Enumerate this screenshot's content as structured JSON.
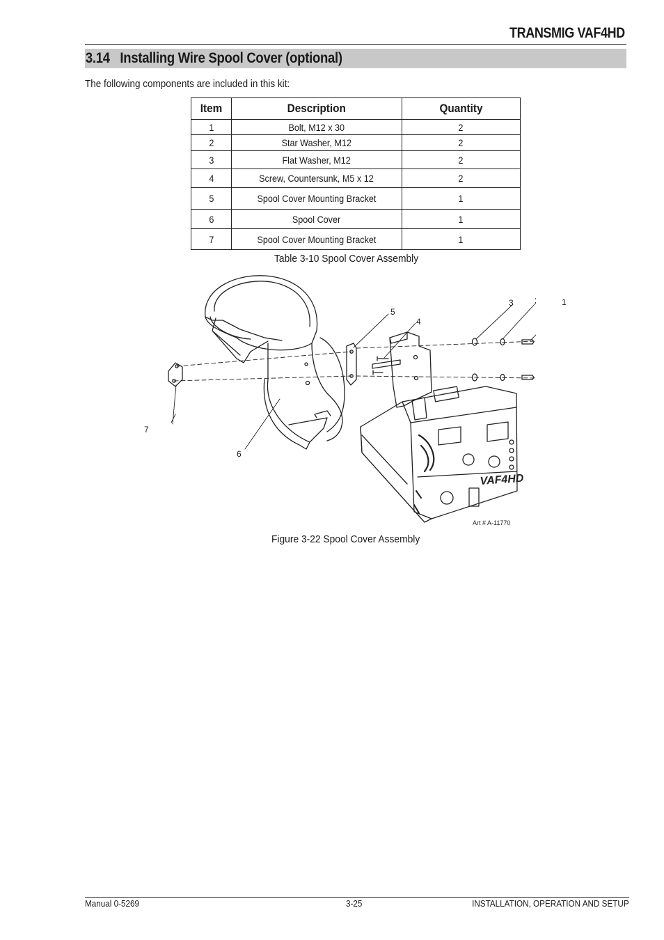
{
  "header": {
    "brand": "TRANSMIG VAF4HD"
  },
  "section": {
    "number": "3.14",
    "title": "Installing Wire Spool Cover (optional)"
  },
  "intro": "The following components are included in this kit:",
  "table": {
    "headers": {
      "item": "Item",
      "description": "Description",
      "quantity": "Quantity"
    },
    "rows": [
      {
        "item": "1",
        "description": "Bolt, M12 x 30",
        "quantity": "2"
      },
      {
        "item": "2",
        "description": "Star Washer, M12",
        "quantity": "2"
      },
      {
        "item": "3",
        "description": "Flat Washer, M12",
        "quantity": "2"
      },
      {
        "item": "4",
        "description": "Screw, Countersunk, M5 x 12",
        "quantity": "2"
      },
      {
        "item": "5",
        "description": "Spool Cover Mounting Bracket",
        "quantity": "1"
      },
      {
        "item": "6",
        "description": "Spool Cover",
        "quantity": "1"
      },
      {
        "item": "7",
        "description": "Spool Cover Mounting Bracket",
        "quantity": "1"
      }
    ],
    "caption": "Table 3-10 Spool Cover Assembly"
  },
  "figure": {
    "callouts": {
      "c1": "1",
      "c2": "2",
      "c3": "3",
      "c4": "4",
      "c5": "5",
      "c6": "6",
      "c7": "7"
    },
    "art_number": "Art # A-11770",
    "unit_label": "VAF4HD",
    "caption": "Figure 3-22 Spool Cover Assembly"
  },
  "footer": {
    "left": "Manual 0-5269",
    "center": "3-25",
    "right": "INSTALLATION, OPERATION AND SETUP"
  }
}
